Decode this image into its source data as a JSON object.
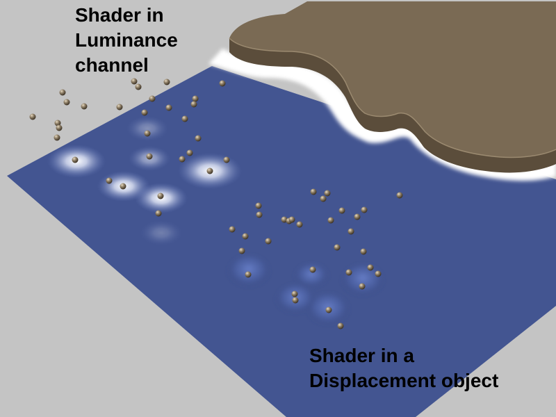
{
  "captions": {
    "luminance": [
      "Shader in",
      "Luminance",
      "channel"
    ],
    "displacement": [
      "Shader in a",
      "Displacement object"
    ]
  },
  "colors": {
    "background": "#c4c4c4",
    "water": "#435591",
    "foam": "#ffffff",
    "land_top": "#7a6a54",
    "land_side": "#5b4d3b",
    "particle": "#8f8068"
  }
}
